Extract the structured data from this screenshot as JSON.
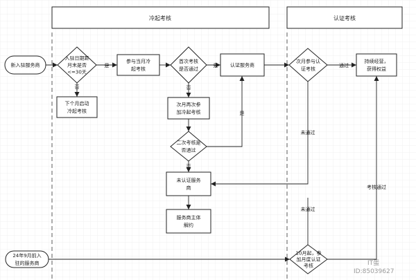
{
  "lanes": {
    "cold_start": "冷起考核",
    "certification": "认证考核"
  },
  "nodes": {
    "new_provider": [
      "新入驻服务商"
    ],
    "check_30_days": [
      "入驻日期距",
      "月末是否",
      "<=30天"
    ],
    "start_next_month": [
      "下个月启动",
      "冷起考核"
    ],
    "join_current_cold": [
      "参与当月冷",
      "起考核"
    ],
    "first_pass_check": [
      "首次考核",
      "是否通过"
    ],
    "next_month_retry": [
      "次月再次参",
      "加冷起考核"
    ],
    "second_pass_check": [
      "二次考核是",
      "否通过"
    ],
    "uncertified_provider": [
      "未认证服务",
      "商"
    ],
    "provider_unbind": [
      "服务商主体",
      "解约"
    ],
    "certified_provider": [
      "认证服务商"
    ],
    "next_month_cert_check": [
      "次月参与认",
      "证考核"
    ],
    "continue_operation": [
      "持续经营，",
      "获得权益"
    ],
    "pre_sep_provider": [
      "24年9月前入",
      "驻的服务商"
    ],
    "oct_join_cert_check": [
      "10月起，参",
      "加月度认证",
      "考核"
    ]
  },
  "edges": {
    "yes": "是",
    "no": "否",
    "pass": "通过",
    "not_pass": "未通过",
    "assessment_pass": "考核通过"
  },
  "watermark": [
    "IT蛋",
    "ID:85039627"
  ]
}
